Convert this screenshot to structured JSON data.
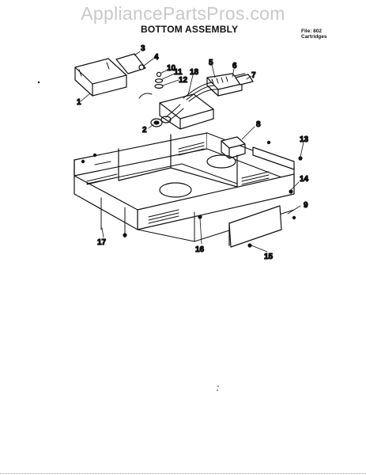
{
  "watermark": "AppliancePartsPros.com",
  "title": "BOTTOM ASSEMBLY",
  "file_info": {
    "line1": "File: 802",
    "line2": "Cartridges"
  },
  "callouts": {
    "c1": "1",
    "c2": "2",
    "c3": "3",
    "c4": "4",
    "c5": "5",
    "c6": "6",
    "c7": "7",
    "c8": "8",
    "c9": "9",
    "c10": "10",
    "c11": "11",
    "c12": "12",
    "c13": "13",
    "c14": "14",
    "c15": "15",
    "c16": "16",
    "c17": "17",
    "c18": "18"
  }
}
